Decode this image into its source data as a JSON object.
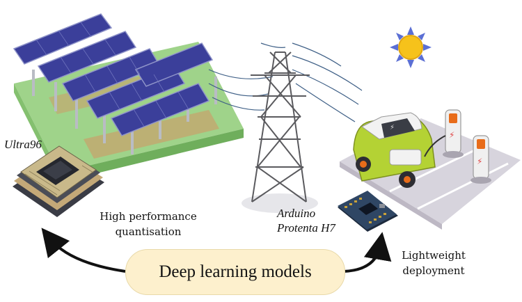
{
  "labels": {
    "ultra96": "Ultra96",
    "arduino_line1": "Arduino",
    "arduino_line2": "Protenta H7",
    "hp_line1": "High performance",
    "hp_line2": "quantisation",
    "lw_line1": "Lightweight",
    "lw_line2": "deployment",
    "models": "Deep learning models"
  },
  "colors": {
    "panel": "#3b3f9a",
    "grass": "#9fd38a",
    "sun": "#f6c21b",
    "sun_rays": "#5b6fd4",
    "tower": "#5a5a5e",
    "car": "#b4d234",
    "pill": "#fdf0cd"
  },
  "icons": [
    "solar-farm-icon",
    "sun-icon",
    "transmission-tower-icon",
    "electric-car-icon",
    "charging-station-icon",
    "ultra96-board-icon",
    "arduino-board-icon",
    "curved-arrow-icon"
  ]
}
